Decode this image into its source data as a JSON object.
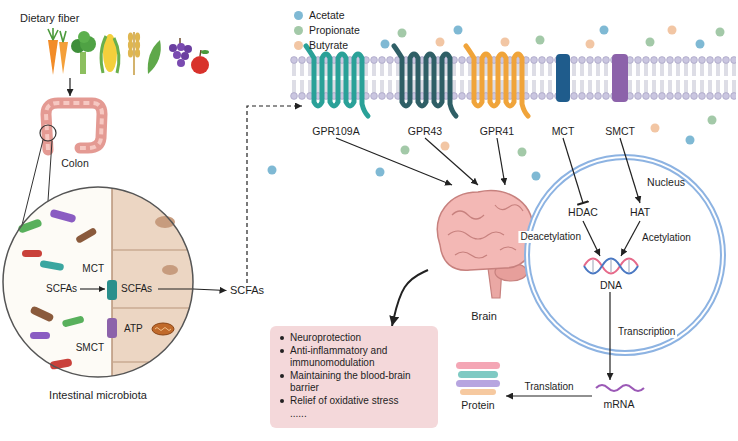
{
  "diagram": {
    "nodes": [
      {
        "text": [
          "Dietary fiber"
        ]
      },
      {
        "text": [
          "Colon"
        ]
      },
      {
        "text": [
          "Intestinal microbiota"
        ]
      },
      {
        "text": [
          "MCT"
        ],
        "in": 2
      },
      {
        "text": [
          "SMCT"
        ],
        "in": 2
      },
      {
        "text": [
          "SCFAs"
        ]
      },
      {
        "text": [
          "GPR109A"
        ]
      },
      {
        "text": [
          "GPR43"
        ]
      },
      {
        "text": [
          "GPR41"
        ]
      },
      {
        "text": [
          "MCT"
        ]
      },
      {
        "text": [
          "SMCT"
        ]
      },
      {
        "text": [
          "Brain"
        ]
      },
      {
        "text": [
          "Neuroprotection",
          "Anti-inflammatory and immunomodulation",
          "Maintaining the blood-brain barrier",
          "Relief of oxidative stress",
          "......"
        ]
      },
      {
        "text": [
          "Nucleus"
        ]
      },
      {
        "text": [
          "HDAC"
        ],
        "in": 13
      },
      {
        "text": [
          "HAT"
        ],
        "in": 13
      },
      {
        "text": [
          "DNA"
        ],
        "in": 13
      },
      {
        "text": [
          "mRNA"
        ]
      },
      {
        "text": [
          "Protein"
        ]
      }
    ],
    "edges": [
      {
        "from": 0,
        "to": 1,
        "arrow": "to"
      },
      {
        "from": 2,
        "to": 5,
        "arrow": "to"
      },
      {
        "from": 5,
        "to": 6,
        "arrow": "to"
      },
      {
        "from": 6,
        "to": 11,
        "arrow": "to"
      },
      {
        "from": 7,
        "to": 11,
        "arrow": "to"
      },
      {
        "from": 8,
        "to": 11,
        "arrow": "to"
      },
      {
        "from": 11,
        "to": 12,
        "arrow": "to"
      },
      {
        "from": 9,
        "to": 14,
        "arrow": "to"
      },
      {
        "from": 10,
        "to": 15,
        "arrow": "to"
      },
      {
        "from": 14,
        "to": 16,
        "label": "Deacetylation",
        "arrow": "to"
      },
      {
        "from": 15,
        "to": 16,
        "label": "Acetylation",
        "arrow": "to"
      },
      {
        "from": 16,
        "to": 17,
        "label": "Transcription",
        "arrow": "to"
      },
      {
        "from": 17,
        "to": 18,
        "label": "Translation",
        "arrow": "to"
      }
    ],
    "labels": [
      "SCFAs",
      "SCFAs",
      "ATP"
    ],
    "legend": [
      {
        "text": "Acetate",
        "color": "#7fb9d4"
      },
      {
        "text": "Propionate",
        "color": "#a3c9a8"
      },
      {
        "text": "Butyrate",
        "color": "#f2c6a4"
      }
    ]
  }
}
